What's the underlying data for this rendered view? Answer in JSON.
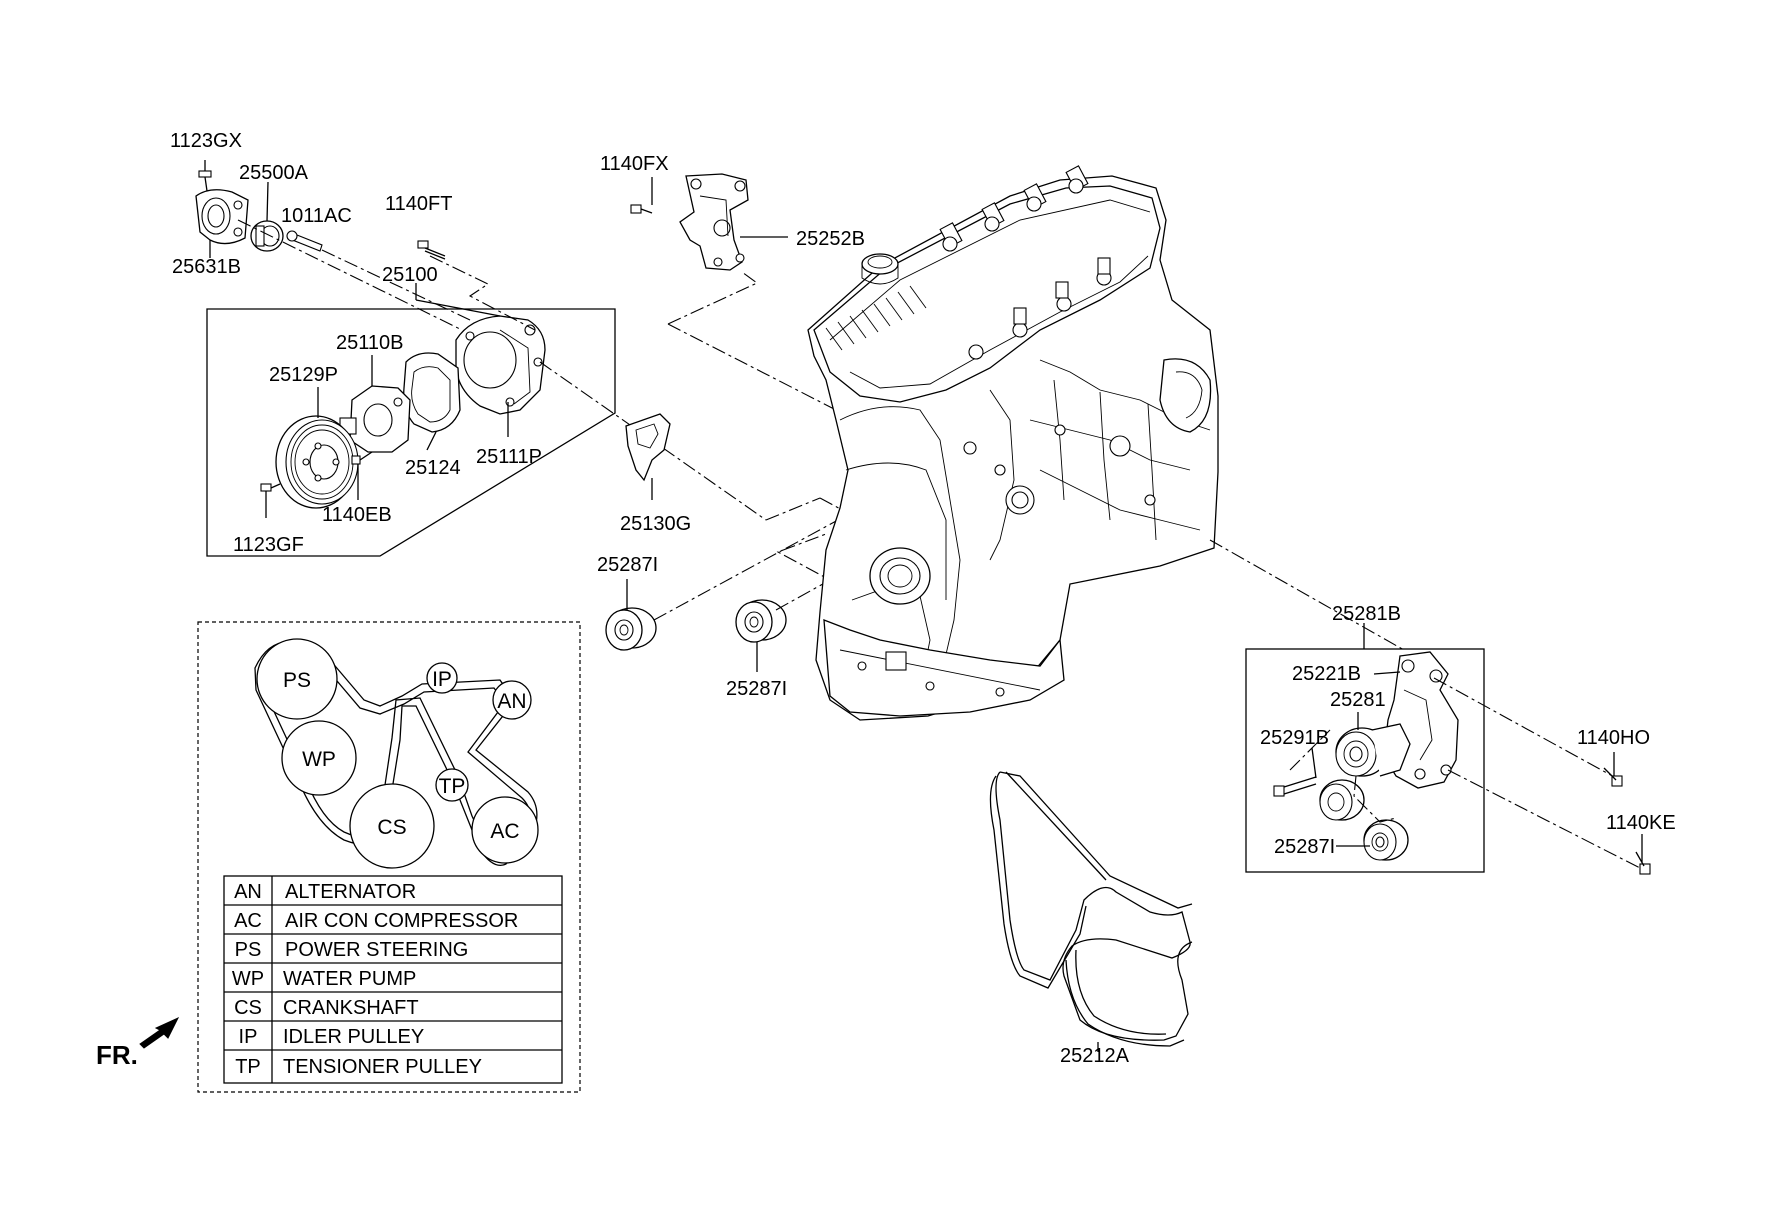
{
  "parts": {
    "p1123GX": "1123GX",
    "p25500A": "25500A",
    "p1011AC": "1011AC",
    "p25631B": "25631B",
    "p1140FT": "1140FT",
    "p25100": "25100",
    "p25110B": "25110B",
    "p25129P": "25129P",
    "p25124": "25124",
    "p25111P": "25111P",
    "p1140EB": "1140EB",
    "p1123GF": "1123GF",
    "p1140FX": "1140FX",
    "p25252B": "25252B",
    "p25130G": "25130G",
    "p25287I_a": "25287I",
    "p25287I_b": "25287I",
    "p25287I_c": "25287I",
    "p25281B": "25281B",
    "p25221B": "25221B",
    "p25281": "25281",
    "p25291B": "25291B",
    "p1140HO": "1140HO",
    "p1140KE": "1140KE",
    "p25212A": "25212A"
  },
  "belt_routing": {
    "pulleys": {
      "ps": "PS",
      "ip": "IP",
      "an": "AN",
      "wp": "WP",
      "tp": "TP",
      "cs": "CS",
      "ac": "AC"
    },
    "legend": [
      {
        "code": "AN",
        "name": "ALTERNATOR"
      },
      {
        "code": "AC",
        "name": "AIR CON COMPRESSOR"
      },
      {
        "code": "PS",
        "name": "POWER STEERING"
      },
      {
        "code": "WP",
        "name": "WATER PUMP"
      },
      {
        "code": "CS",
        "name": "CRANKSHAFT"
      },
      {
        "code": "IP",
        "name": "IDLER PULLEY"
      },
      {
        "code": "TP",
        "name": "TENSIONER PULLEY"
      }
    ]
  },
  "front_indicator": "FR."
}
